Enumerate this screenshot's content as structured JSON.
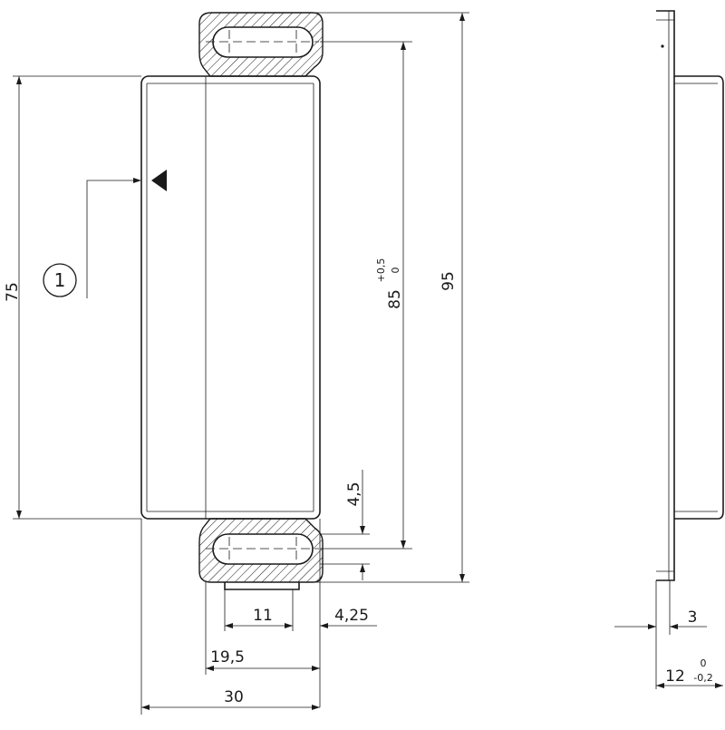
{
  "drawing": {
    "callout_marker": "1",
    "dimensions": {
      "height_75": "75",
      "height_85": "85",
      "height_85_tol_upper": "+0,5",
      "height_85_tol_lower": "0",
      "height_95": "95",
      "slot_offset": "4,5",
      "slot_width": "11",
      "edge_offset": "4,25",
      "mount_width": "19,5",
      "total_width": "30",
      "plate_thickness": "3",
      "depth_12": "12",
      "depth_12_tol_upper": "0",
      "depth_12_tol_lower": "-0,2"
    }
  }
}
